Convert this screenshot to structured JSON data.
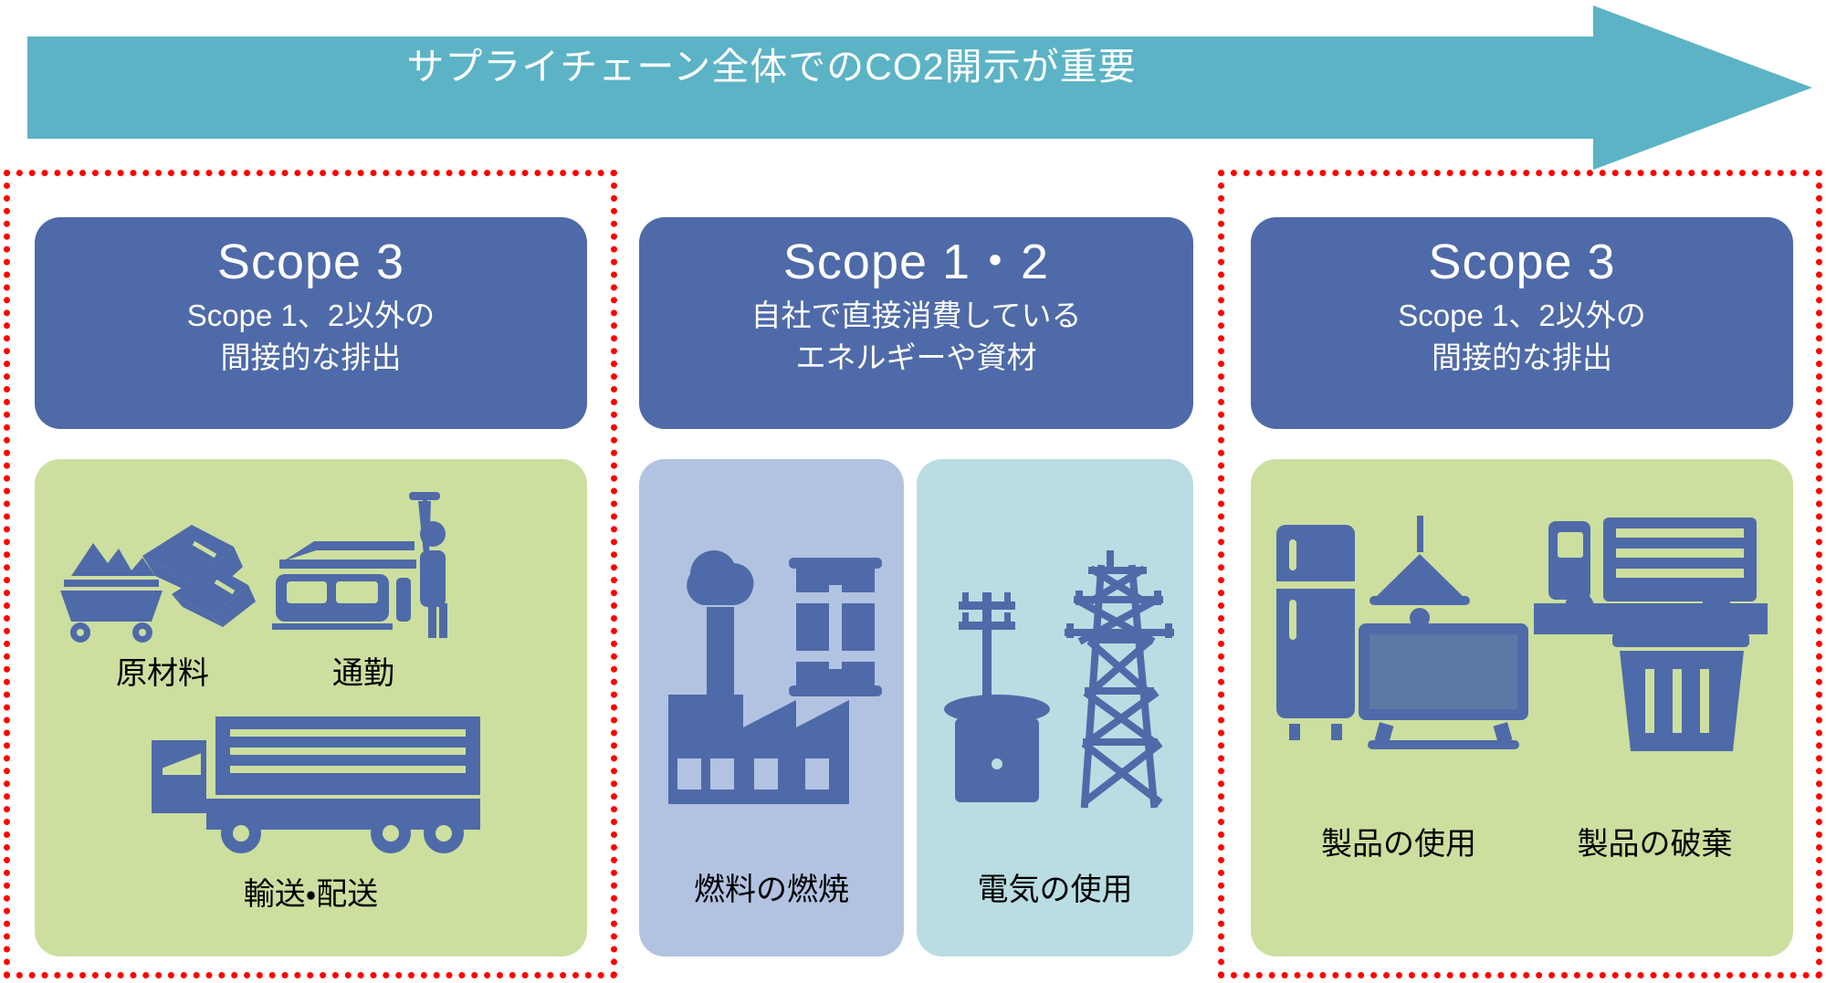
{
  "banner": {
    "title": "サプライチェーン全体でのCO2開示が重要",
    "arrow_color": "#5cb3c6",
    "text_color": "#ffffff"
  },
  "highlight_frames": {
    "color": "#ff0000",
    "style": "dotted",
    "upstream_label": "Scope 3 upstream highlight",
    "downstream_label": "Scope 3 downstream highlight"
  },
  "colors": {
    "header_blue": "#4f6aa8",
    "panel_green": "#ccdf9f",
    "panel_blue": "#b2c3e2",
    "panel_cyan": "#b9dde2",
    "icon_blue": "#4f6aa8",
    "label_black": "#000000"
  },
  "columns": [
    {
      "id": "upstream",
      "header": {
        "title": "Scope 3",
        "sub_line1": "Scope 1、2以外の",
        "sub_line2": "間接的な排出"
      },
      "panels": [
        {
          "id": "upstream-items",
          "color": "panel_green",
          "items": [
            {
              "icon": "raw-materials-icon",
              "label": "原材料"
            },
            {
              "icon": "commuting-icon",
              "label": "通勤"
            },
            {
              "icon": "transport-truck-icon",
              "label": "輸送・配送"
            }
          ]
        }
      ]
    },
    {
      "id": "own-operations",
      "header": {
        "title": "Scope 1・2",
        "sub_line1": "自社で直接消費している",
        "sub_line2": "エネルギーや資材"
      },
      "panels": [
        {
          "id": "fuel-combustion",
          "color": "panel_blue",
          "items": [
            {
              "icon": "factory-fuel-icon",
              "label": "燃料の燃焼"
            }
          ]
        },
        {
          "id": "electricity-use",
          "color": "panel_cyan",
          "items": [
            {
              "icon": "power-transmission-icon",
              "label": "電気の使用"
            }
          ]
        }
      ]
    },
    {
      "id": "downstream",
      "header": {
        "title": "Scope 3",
        "sub_line1": "Scope 1、2以外の",
        "sub_line2": "間接的な排出"
      },
      "panels": [
        {
          "id": "downstream-items",
          "color": "panel_green",
          "items": [
            {
              "icon": "appliances-use-icon",
              "label": "製品の使用"
            },
            {
              "icon": "waste-disposal-icon",
              "label": "製品の破棄"
            }
          ]
        }
      ]
    }
  ]
}
